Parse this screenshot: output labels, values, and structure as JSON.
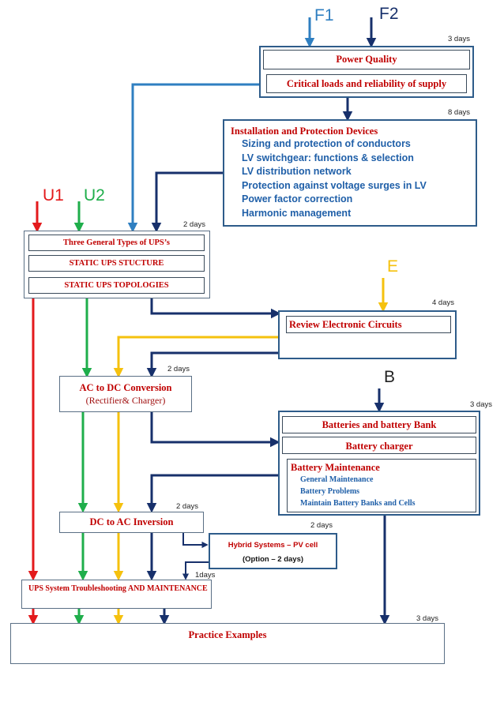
{
  "inputs": {
    "f1": "F1",
    "f2": "F2",
    "u1": "U1",
    "u2": "U2",
    "e": "E",
    "b": "B"
  },
  "power_quality": {
    "title": "Power Quality",
    "subtitle": "Critical loads and reliability of supply",
    "days": "3 days"
  },
  "installation": {
    "title": "Installation and Protection Devices",
    "items": [
      "Sizing and protection of conductors",
      "LV switchgear: functions & selection",
      "LV distribution network",
      "Protection against voltage surges in LV",
      "Power factor correction",
      "Harmonic management"
    ],
    "days": "8 days"
  },
  "ups_types": {
    "items": [
      "Three General Types of UPS’s",
      "STATIC UPS STUCTURE",
      "STATIC UPS TOPOLOGIES"
    ],
    "days": "2 days"
  },
  "electronic": {
    "title": "Review Electronic Circuits",
    "days": "4 days"
  },
  "ac_dc": {
    "title": "AC to DC Conversion",
    "subtitle": "(Rectifier& Charger)",
    "days": "2 days"
  },
  "batteries": {
    "title": "Batteries and battery Bank",
    "charger": "Battery charger",
    "maintenance_title": "Battery Maintenance",
    "maintenance_items": [
      "General Maintenance",
      "Battery Problems",
      "Maintain Battery Banks and Cells"
    ],
    "days": "3 days"
  },
  "dc_ac": {
    "title": "DC to AC Inversion",
    "days": "2 days"
  },
  "hybrid": {
    "title": "Hybrid Systems – PV cell",
    "option": "(Option – 2 days)",
    "days": "2 days"
  },
  "troubleshooting": {
    "title": "UPS System Troubleshooting AND MAINTENANCE",
    "days": "1days"
  },
  "practice": {
    "title": "Practice Examples",
    "days": "3 days"
  },
  "colors": {
    "red": "#e31a1c",
    "green": "#1fae4b",
    "yellow": "#f5c10e",
    "navy": "#17306b",
    "blue": "#2f7fc1",
    "heading_red": "#c00000",
    "text_blue": "#1f5fa8"
  }
}
